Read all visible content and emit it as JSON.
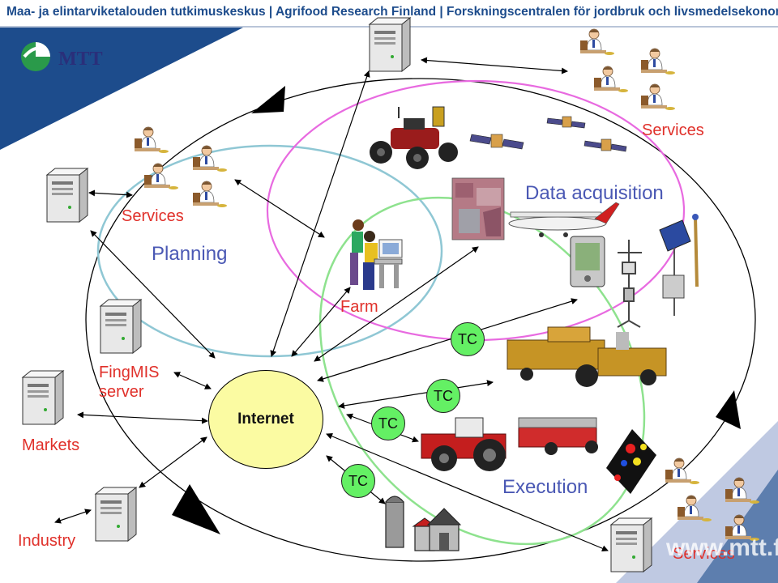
{
  "header": {
    "title": "Maa- ja elintarviketalouden tutkimuskeskus  |  Agrifood Research Finland  |  Forskningscentralen för jordbruk och livsmedelsekonomi"
  },
  "logo": {
    "text": "MTT"
  },
  "watermark": {
    "text": "www.mtt.fi"
  },
  "labels": {
    "services_top": "Services",
    "services_left": "Services",
    "services_bottom": "Services",
    "planning": "Planning",
    "data_acquisition": "Data acquisition",
    "execution": "Execution",
    "farm": "Farm",
    "fingmis": "FingMIS\nserver",
    "markets": "Markets",
    "industry": "Industry",
    "internet": "Internet",
    "tc1": "TC",
    "tc2": "TC",
    "tc3": "TC",
    "tc4": "TC"
  },
  "colors": {
    "header_text": "#1d4c8c",
    "label_red": "#e0302a",
    "label_blue": "#4a58b4",
    "planning_circle": "#8fc7d4",
    "data_acq_circle": "#e86ae0",
    "execution_circle": "#8ee28e",
    "internet_fill": "#fbfba2",
    "tc_fill": "#64f064",
    "corner_band": "#1d4c8c"
  },
  "icons": [
    "server-icon",
    "office-worker-icon",
    "atv-icon",
    "satellite-icon",
    "aerial-photo-icon",
    "airplane-icon",
    "pda-icon",
    "weather-station-icon",
    "solar-sensor-icon",
    "combine-harvester-icon",
    "tractor-icon",
    "field-map-icon",
    "farm-building-icon",
    "farm-workers-icon"
  ]
}
